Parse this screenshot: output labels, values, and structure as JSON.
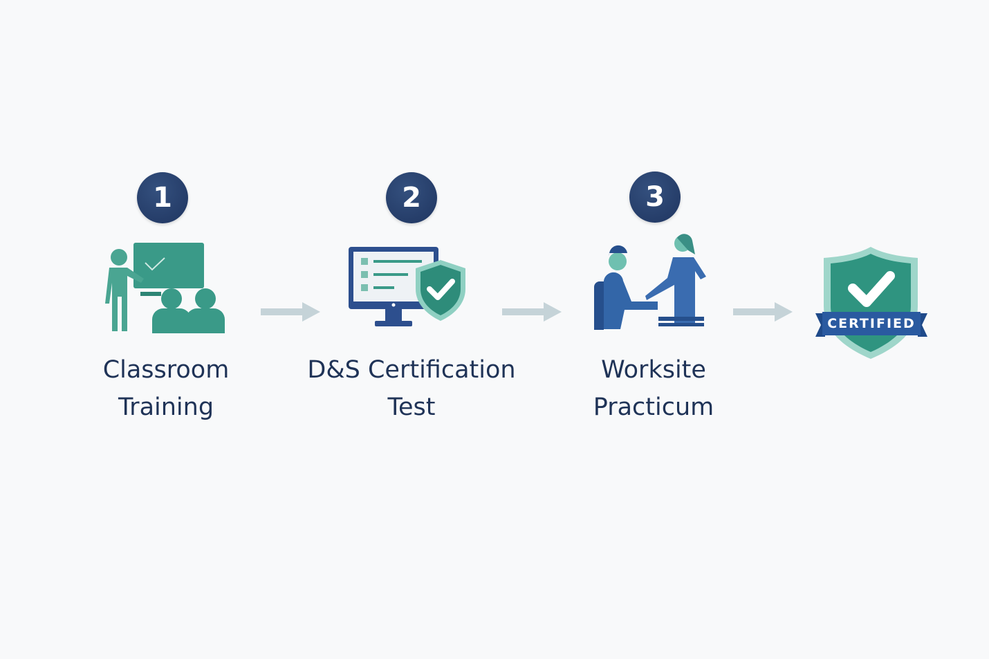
{
  "steps": [
    {
      "number": "1",
      "label_line1": "Classroom",
      "label_line2": "Training"
    },
    {
      "number": "2",
      "label_line1": "D&S Certification",
      "label_line2": "Test"
    },
    {
      "number": "3",
      "label_line1": "Worksite",
      "label_line2": "Practicum"
    }
  ],
  "final": {
    "badge_text": "CERTIFIED"
  },
  "colors": {
    "navy": "#1f3560",
    "teal": "#3a9a88",
    "blue": "#2f5f9e",
    "arrow": "#c5d3d8",
    "text": "#1f3357"
  }
}
